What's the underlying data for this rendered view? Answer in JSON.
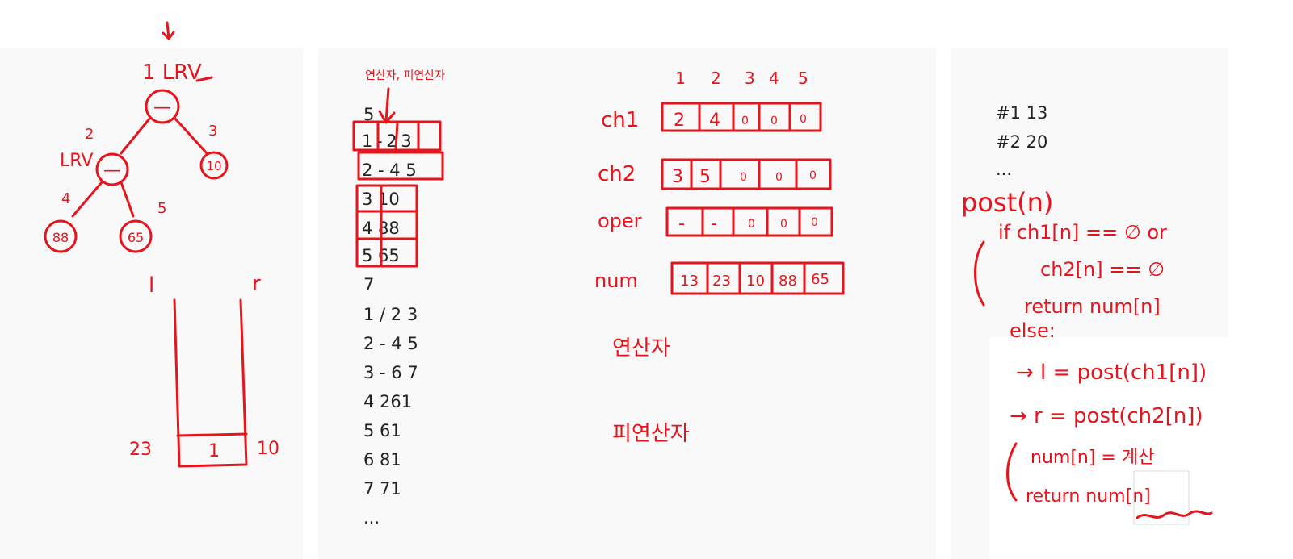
{
  "input_lines": [
    "5",
    "1 - 2 3",
    "2 - 4 5",
    "3 10",
    "4 88",
    "5 65",
    "7",
    "1 / 2 3",
    "2 - 4 5",
    "3 - 6 7",
    "4 261",
    "5 61",
    "6 81",
    "7 71",
    "..."
  ],
  "output_lines": [
    "#1 13",
    "#2 20",
    "..."
  ],
  "tree": {
    "top_label": "1 LRV",
    "node2_label": "LRV",
    "node_labels": {
      "n1": "1",
      "n2": "2",
      "n3": "3",
      "n4": "4",
      "n5": "5"
    },
    "node_values": {
      "n1": "—",
      "n2": "—",
      "n3": "10",
      "n4": "88",
      "n5": "65"
    },
    "stack_left_label": "l",
    "stack_right_label": "r",
    "stack_cell": "1",
    "stack_left_value": "23",
    "stack_right_value": "10"
  },
  "arrays": {
    "header_annotation": "연산자, 피연산자",
    "indices": [
      "1",
      "2",
      "3",
      "4",
      "5"
    ],
    "rows": [
      {
        "name": "ch1",
        "cells": [
          "2",
          "4",
          "0",
          "0",
          "0"
        ]
      },
      {
        "name": "ch2",
        "cells": [
          "3",
          "5",
          "0",
          "0",
          "0"
        ]
      },
      {
        "name": "oper",
        "cells": [
          "-",
          "-",
          "0",
          "0",
          "0"
        ]
      },
      {
        "name": "num",
        "cells": [
          "13",
          "23",
          "10",
          "88",
          "65"
        ]
      }
    ],
    "note_operator": "연산자",
    "note_operand": "피연산자"
  },
  "code": {
    "lines": [
      "post(n)",
      "if ch1[n] == ∅ or",
      "ch2[n] == ∅",
      "return num[n]",
      "else:",
      "→ l = post(ch1[n])",
      "→ r = post(ch2[n])",
      "num[n] = 계산",
      "return num[n]"
    ]
  }
}
